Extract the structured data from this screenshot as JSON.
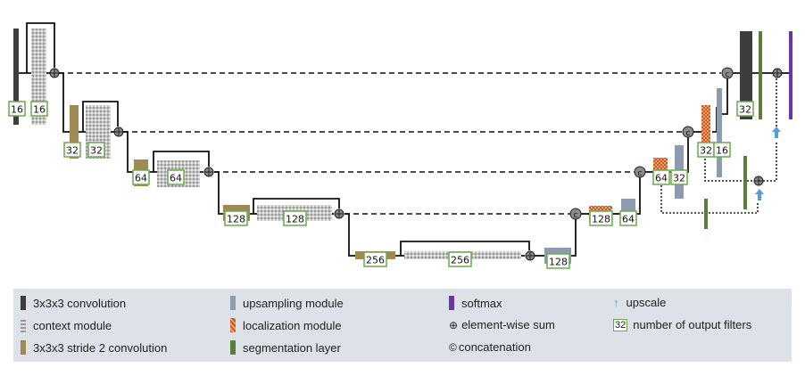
{
  "colors": {
    "conv": "#3d3d3d",
    "stride": "#a08a52",
    "context": "#bdbdbd",
    "upsampling": "#8d9bb0",
    "localization": "#d9733a",
    "segmentation": "#5a7d3a",
    "softmax": "#6b35a8",
    "upscale": "#5b9bd5",
    "box_border": "#6aa84f",
    "line": "#111111",
    "circle": "#8a8a8a"
  },
  "blocks": {
    "conv1": "16",
    "context1": "16",
    "stride2": "32",
    "context2": "32",
    "stride3": "64",
    "context3": "64",
    "stride4": "128",
    "context4": "128",
    "stride5": "256",
    "context5": "256",
    "up5": "128",
    "loc4": "128",
    "up4": "64",
    "loc3": "64",
    "up3": "32",
    "loc2": "32",
    "up2": "16",
    "conv_final": "32"
  },
  "legend": {
    "items": [
      {
        "label": "3x3x3 convolution",
        "kind": "conv"
      },
      {
        "label": "context module",
        "kind": "context"
      },
      {
        "label": "3x3x3 stride 2 convolution",
        "kind": "stride"
      },
      {
        "label": "upsampling module",
        "kind": "upsampling"
      },
      {
        "label": "localization module",
        "kind": "localization"
      },
      {
        "label": "segmentation layer",
        "kind": "segmentation"
      },
      {
        "label": "softmax",
        "kind": "softmax"
      },
      {
        "label": "element-wise sum",
        "kind": "sum"
      },
      {
        "label": "concatenation",
        "kind": "concat"
      },
      {
        "label": "upscale",
        "kind": "upscale"
      },
      {
        "label": "number of output filters",
        "kind": "filters",
        "example": "32"
      }
    ]
  }
}
